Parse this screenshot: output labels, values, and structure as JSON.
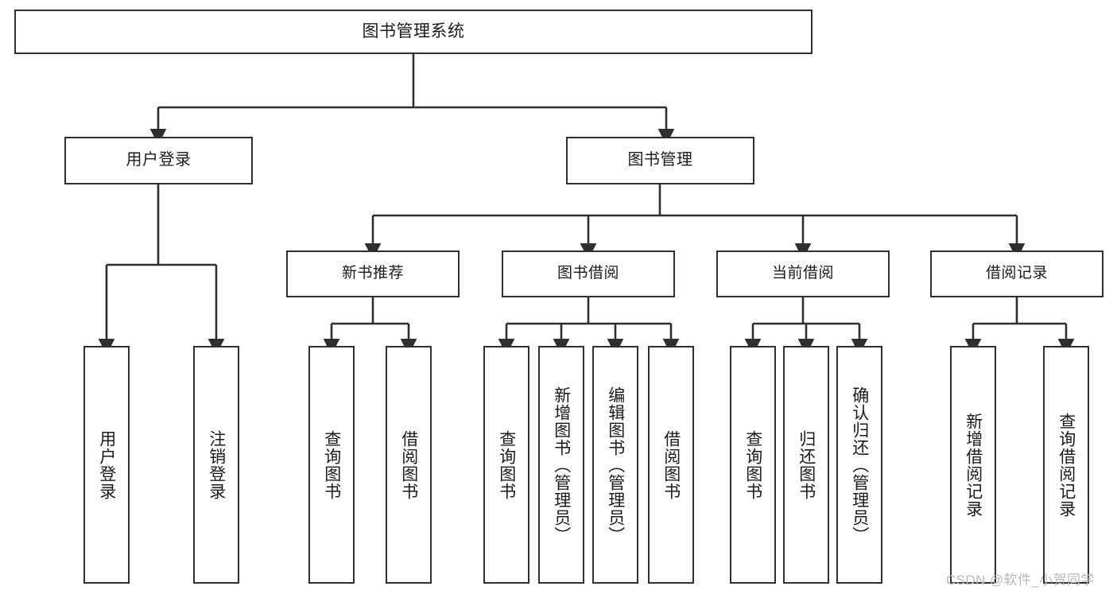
{
  "diagram": {
    "type": "tree-hierarchy-chart",
    "title": "图书管理系统",
    "line_color": "#2f2f2f",
    "box_fill": "#ffffff",
    "watermark": "CSDN @软件_小贺同学"
  },
  "nodes": {
    "root": {
      "label": "图书管理系统"
    },
    "level1": [
      {
        "id": "user-login",
        "label": "用户登录"
      },
      {
        "id": "book-management",
        "label": "图书管理"
      }
    ],
    "level2": [
      {
        "id": "new-book-recommend",
        "label": "新书推荐"
      },
      {
        "id": "book-borrow",
        "label": "图书借阅"
      },
      {
        "id": "current-borrow",
        "label": "当前借阅"
      },
      {
        "id": "borrow-record",
        "label": "借阅记录"
      }
    ],
    "leaves": [
      {
        "id": "leaf-user-login",
        "parent": "user-login",
        "label": "用户登录"
      },
      {
        "id": "leaf-logout-login",
        "parent": "user-login",
        "label": "注销登录"
      },
      {
        "id": "leaf-query-book-1",
        "parent": "new-book-recommend",
        "label": "查询图书"
      },
      {
        "id": "leaf-borrow-book-1",
        "parent": "new-book-recommend",
        "label": "借阅图书"
      },
      {
        "id": "leaf-query-book-2",
        "parent": "book-borrow",
        "label": "查询图书"
      },
      {
        "id": "leaf-add-book",
        "parent": "book-borrow",
        "label": "新增图书（管理员）"
      },
      {
        "id": "leaf-edit-book",
        "parent": "book-borrow",
        "label": "编辑图书（管理员）"
      },
      {
        "id": "leaf-borrow-book-2",
        "parent": "book-borrow",
        "label": "借阅图书"
      },
      {
        "id": "leaf-query-book-3",
        "parent": "current-borrow",
        "label": "查询图书"
      },
      {
        "id": "leaf-return-book",
        "parent": "current-borrow",
        "label": "归还图书"
      },
      {
        "id": "leaf-confirm-return",
        "parent": "current-borrow",
        "label": "确认归还（管理员）"
      },
      {
        "id": "leaf-add-record",
        "parent": "borrow-record",
        "label": "新增借阅记录"
      },
      {
        "id": "leaf-query-record",
        "parent": "borrow-record",
        "label": "查询借阅记录"
      }
    ]
  }
}
